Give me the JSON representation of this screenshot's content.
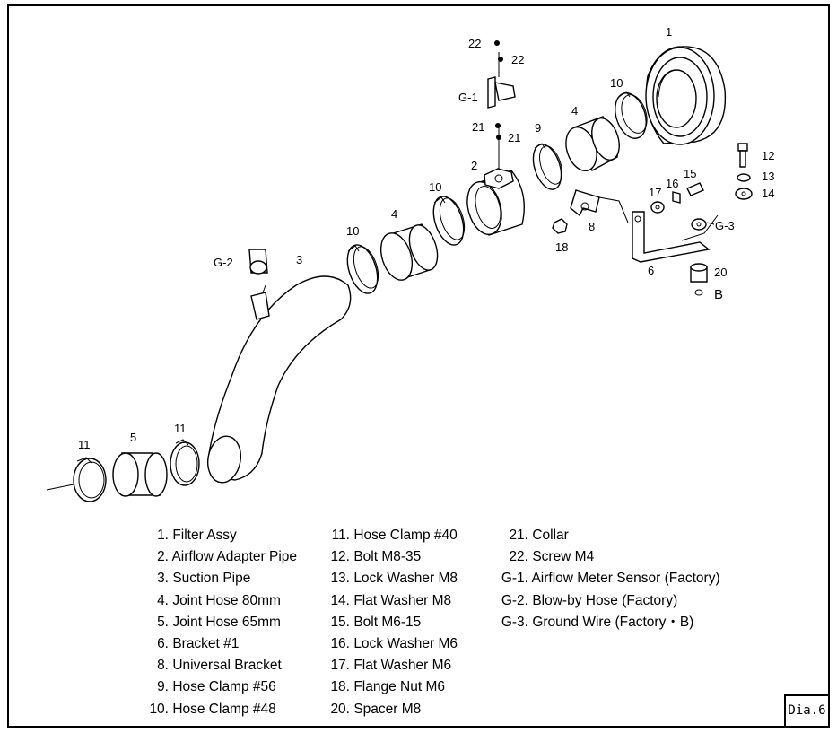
{
  "diagram_tag": "Dia.6",
  "callouts": {
    "c1": "1",
    "c2": "2",
    "c3": "3",
    "c4a": "4",
    "c4b": "4",
    "c5": "5",
    "c6": "6",
    "c8": "8",
    "c9": "9",
    "c10a": "10",
    "c10b": "10",
    "c10c": "10",
    "c11a": "11",
    "c11b": "11",
    "c12": "12",
    "c13": "13",
    "c14": "14",
    "c15": "15",
    "c16": "16",
    "c17": "17",
    "c18": "18",
    "c20": "20",
    "c21a": "21",
    "c21b": "21",
    "c22a": "22",
    "c22b": "22",
    "cg1": "G-1",
    "cg2": "G-2",
    "cg3": "G-3",
    "cb": "B"
  },
  "legend": {
    "col1": [
      {
        "num": "1.",
        "label": "Filter Assy"
      },
      {
        "num": "2.",
        "label": "Airflow Adapter Pipe"
      },
      {
        "num": "3.",
        "label": "Suction Pipe"
      },
      {
        "num": "4.",
        "label": "Joint Hose 80mm"
      },
      {
        "num": "5.",
        "label": "Joint Hose 65mm"
      },
      {
        "num": "6.",
        "label": "Bracket #1"
      },
      {
        "num": "8.",
        "label": "Universal Bracket"
      },
      {
        "num": "9.",
        "label": "Hose Clamp #56"
      },
      {
        "num": "10.",
        "label": "Hose Clamp #48"
      }
    ],
    "col2": [
      {
        "num": "11.",
        "label": "Hose Clamp #40"
      },
      {
        "num": "12.",
        "label": "Bolt M8-35"
      },
      {
        "num": "13.",
        "label": "Lock Washer M8"
      },
      {
        "num": "14.",
        "label": "Flat Washer M8"
      },
      {
        "num": "15.",
        "label": "Bolt M6-15"
      },
      {
        "num": "16.",
        "label": "Lock Washer M6"
      },
      {
        "num": "17.",
        "label": "Flat Washer M6"
      },
      {
        "num": "18.",
        "label": "Flange Nut M6"
      },
      {
        "num": "20.",
        "label": "Spacer M8"
      }
    ],
    "col3": [
      {
        "num": "21.",
        "label": "Collar"
      },
      {
        "num": "22.",
        "label": "Screw M4"
      },
      {
        "num": "G-1.",
        "label": "Airflow Meter Sensor (Factory)"
      },
      {
        "num": "G-2.",
        "label": "Blow-by Hose (Factory)"
      },
      {
        "num": "G-3.",
        "label": "Ground Wire (Factory・B)"
      }
    ]
  }
}
